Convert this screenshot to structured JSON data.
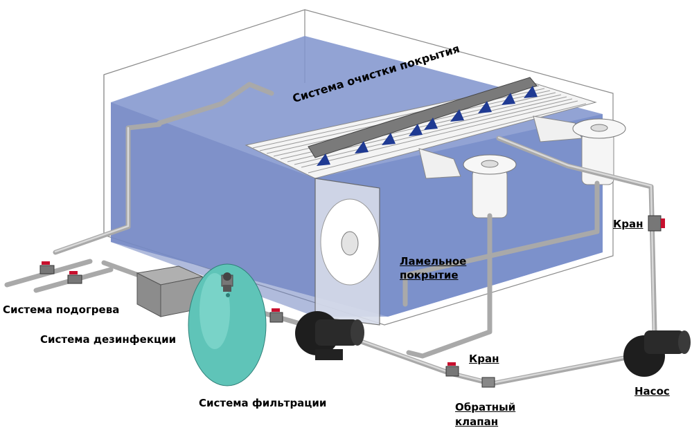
{
  "labels": {
    "heating": "Система подогрева",
    "disinfection": "Система дезинфекции",
    "filtration": "Система фильтрации",
    "cleaning": "Система очистки покрытия",
    "lamella_line1": "Ламельное",
    "lamella_line2": "покрытие",
    "valve_right": "Кран",
    "valve_bottom": "Кран",
    "check_valve_line1": "Обратный",
    "check_valve_line2": "клапан",
    "pump": "Насос"
  },
  "colors": {
    "water": "#7f93cd",
    "pipe": "#b8b8b8",
    "filter_tank": "#5fc4b8",
    "box": "#9a9a9a",
    "valve_handle": "#c8102e",
    "spray_nozzle": "#1f3a93"
  }
}
